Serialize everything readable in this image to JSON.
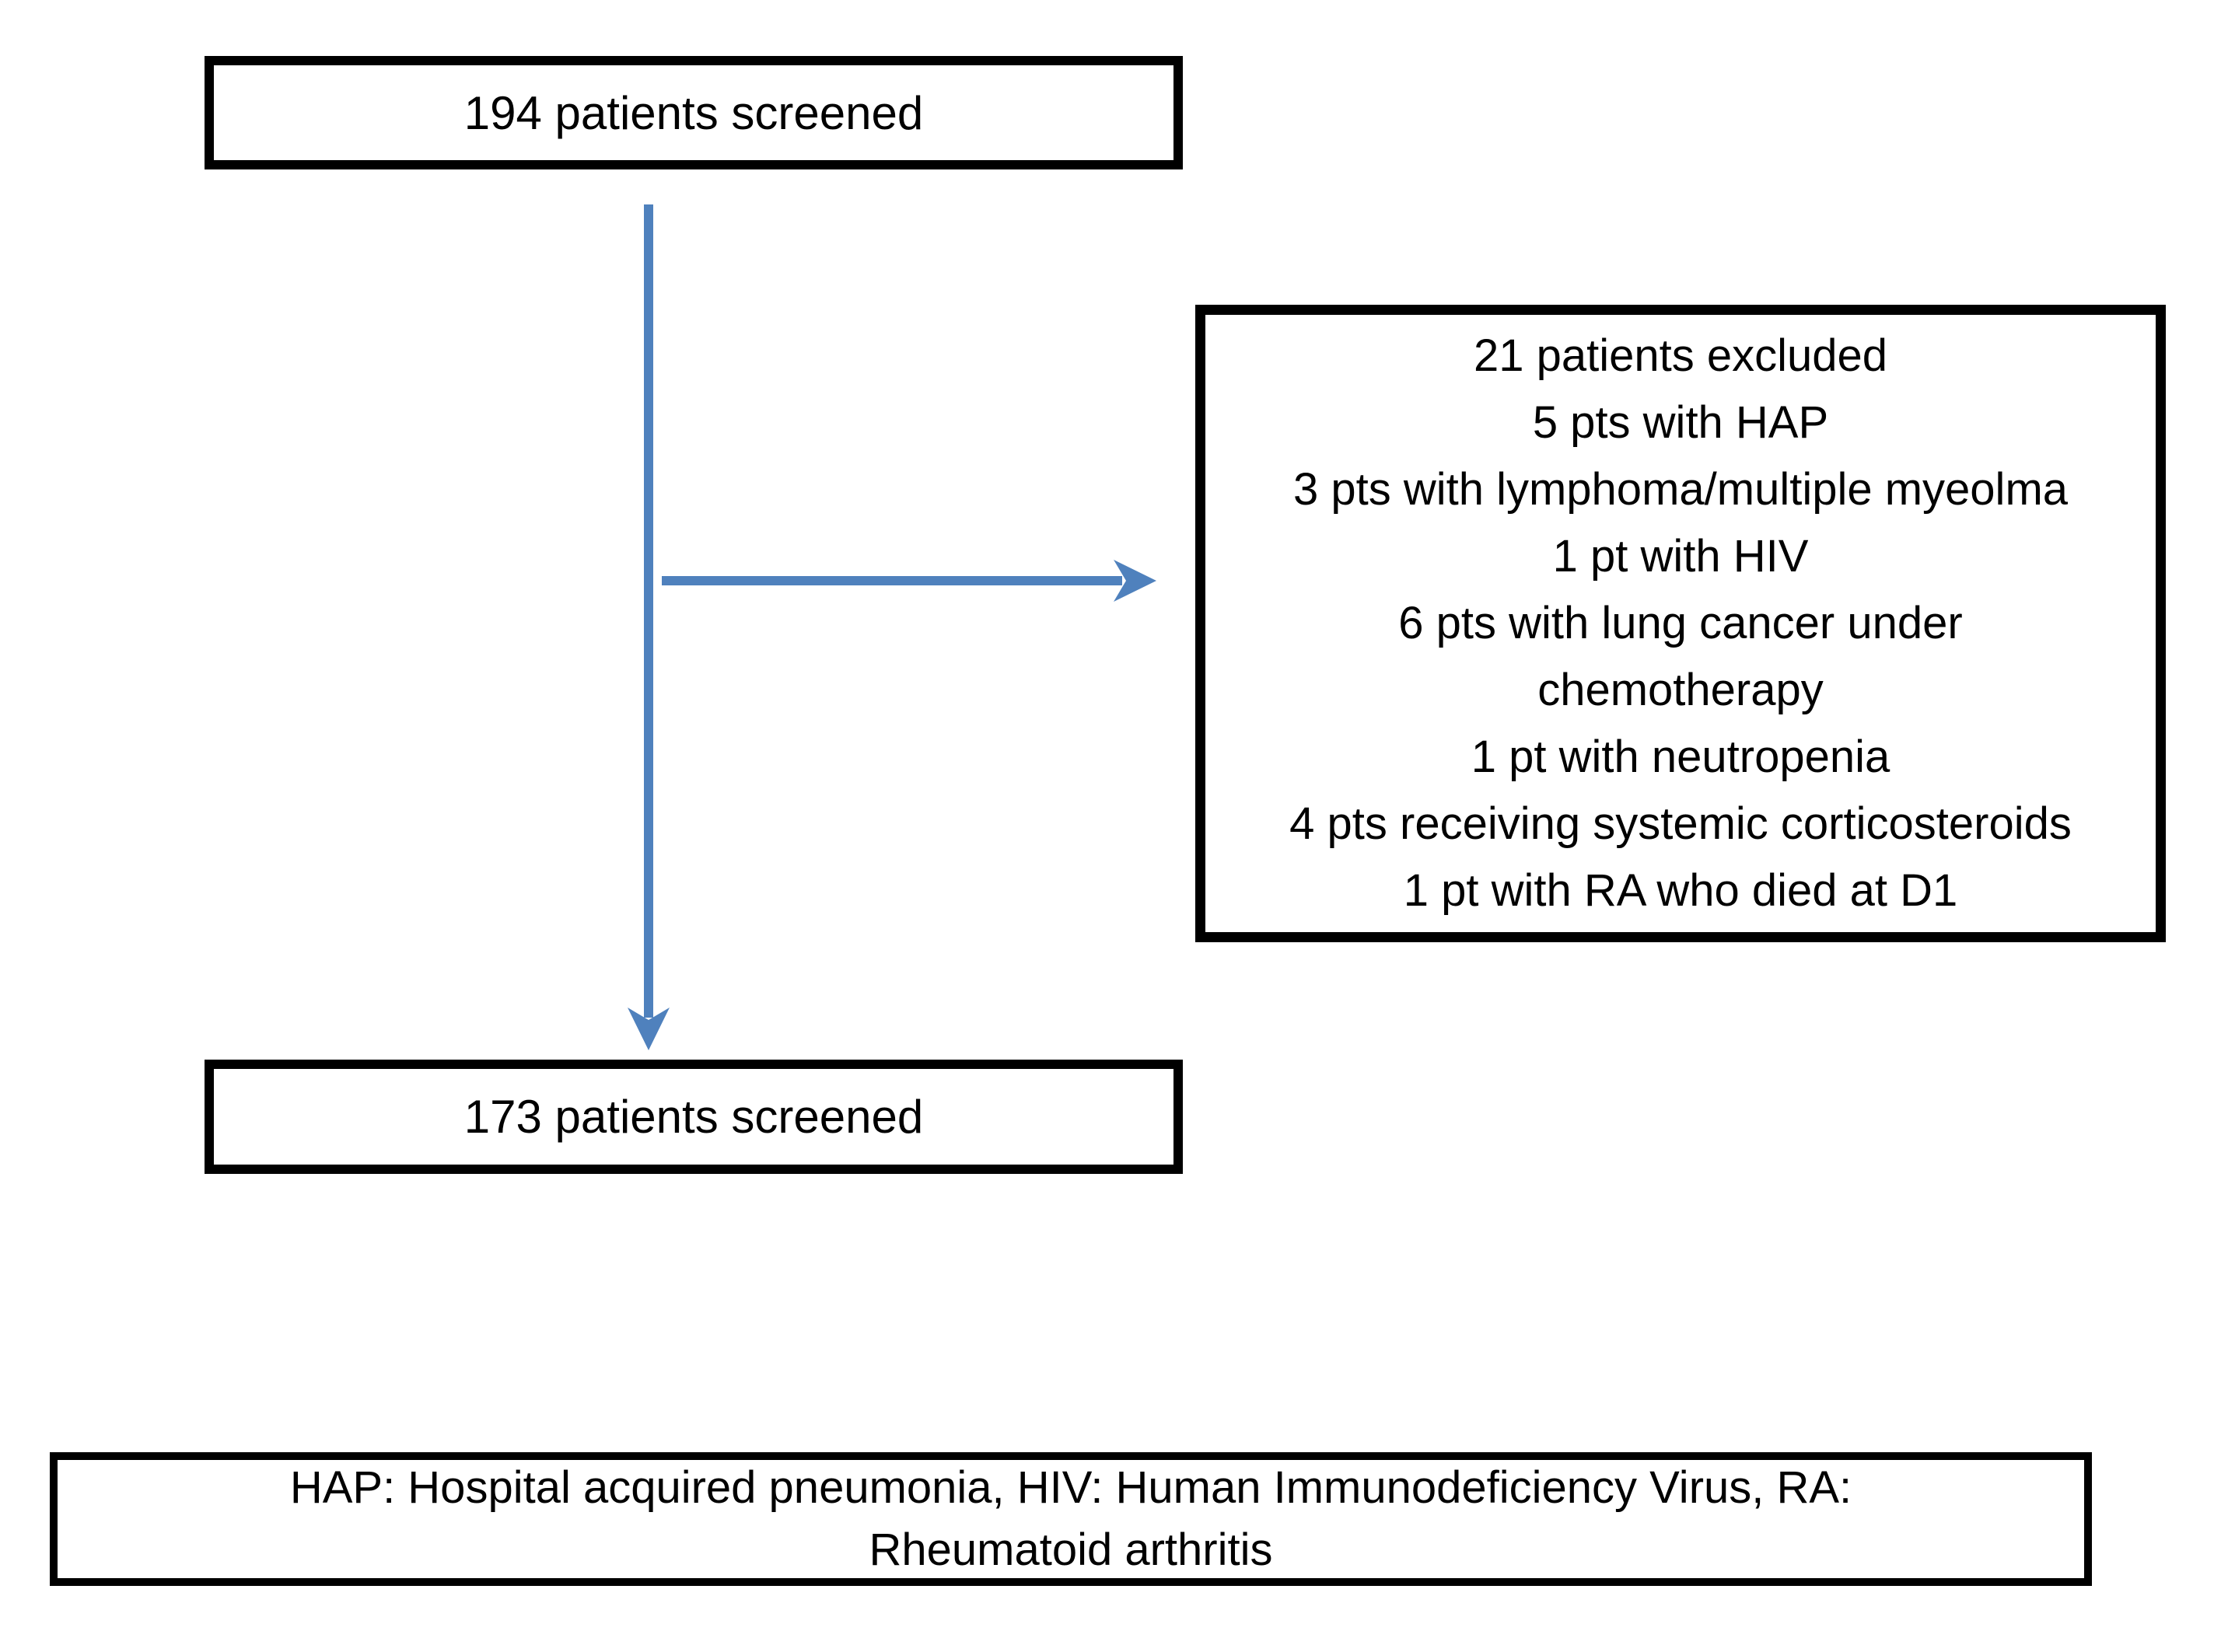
{
  "diagram": {
    "screened_box": {
      "label": "194 patients screened"
    },
    "exclusion_box": {
      "lines": [
        "21 patients excluded",
        "5 pts with HAP",
        "3 pts with lymphoma/multiple myeolma",
        "1 pt with HIV",
        "6 pts with lung cancer under",
        "chemotherapy",
        "1 pt with neutropenia",
        "4 pts receiving systemic corticosteroids",
        "1 pt with RA who died at D1"
      ]
    },
    "included_box": {
      "label": "173 patients screened"
    },
    "legend_box": {
      "lines": [
        "HAP: Hospital acquired pneumonia, HIV: Human Immunodeficiency Virus, RA:",
        "Rheumatoid arthritis"
      ]
    },
    "colors": {
      "arrow": "#4f81bd",
      "border": "#000000",
      "text": "#000000",
      "background": "#ffffff"
    }
  }
}
